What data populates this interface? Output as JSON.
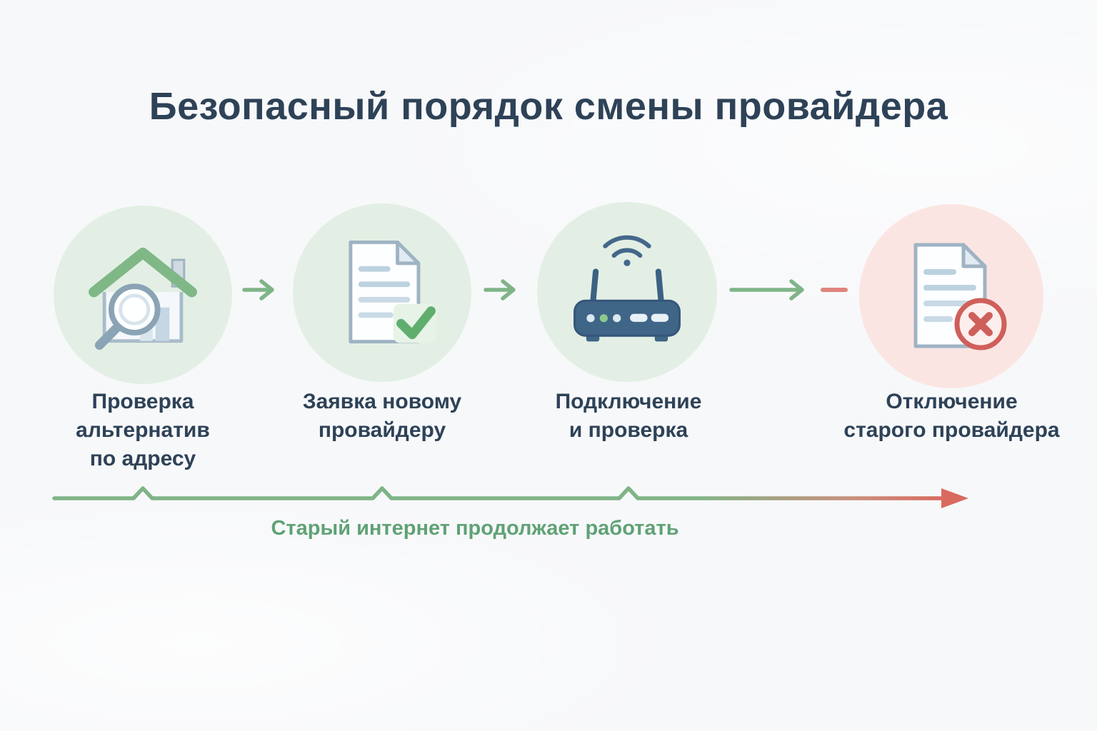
{
  "title": "Безопасный порядок смены провайдера",
  "steps": [
    {
      "label": "Проверка\nальтернатив\nпо адресу",
      "icon": "house-search-icon",
      "circle_color": "#e3efe5"
    },
    {
      "label": "Заявка новому\nпровайдеру",
      "icon": "document-check-icon",
      "circle_color": "#e3efe5"
    },
    {
      "label": "Подключение\nи проверка",
      "icon": "router-wifi-icon",
      "circle_color": "#e3efe5"
    },
    {
      "label": "Отключение\nстарого провайдера",
      "icon": "document-cancel-icon",
      "circle_color": "#fbe5e3"
    }
  ],
  "arrows": [
    {
      "icon": "arrow-right-icon",
      "color": "#7fb487"
    },
    {
      "icon": "arrow-right-icon",
      "color": "#7fb487"
    },
    {
      "icon": "arrow-right-with-red-dash-icon",
      "color": "#7fb487"
    }
  ],
  "timeline": {
    "caption": "Старый интернет продолжает работать",
    "start_color": "#7fb487",
    "end_color": "#d96a5f"
  },
  "colors": {
    "background": "#f7f8fa",
    "title_text": "#2e4257",
    "step_text": "#2e4257",
    "caption_text": "#5fa275",
    "green_accent": "#7fb487",
    "red_accent": "#d96a5f"
  }
}
